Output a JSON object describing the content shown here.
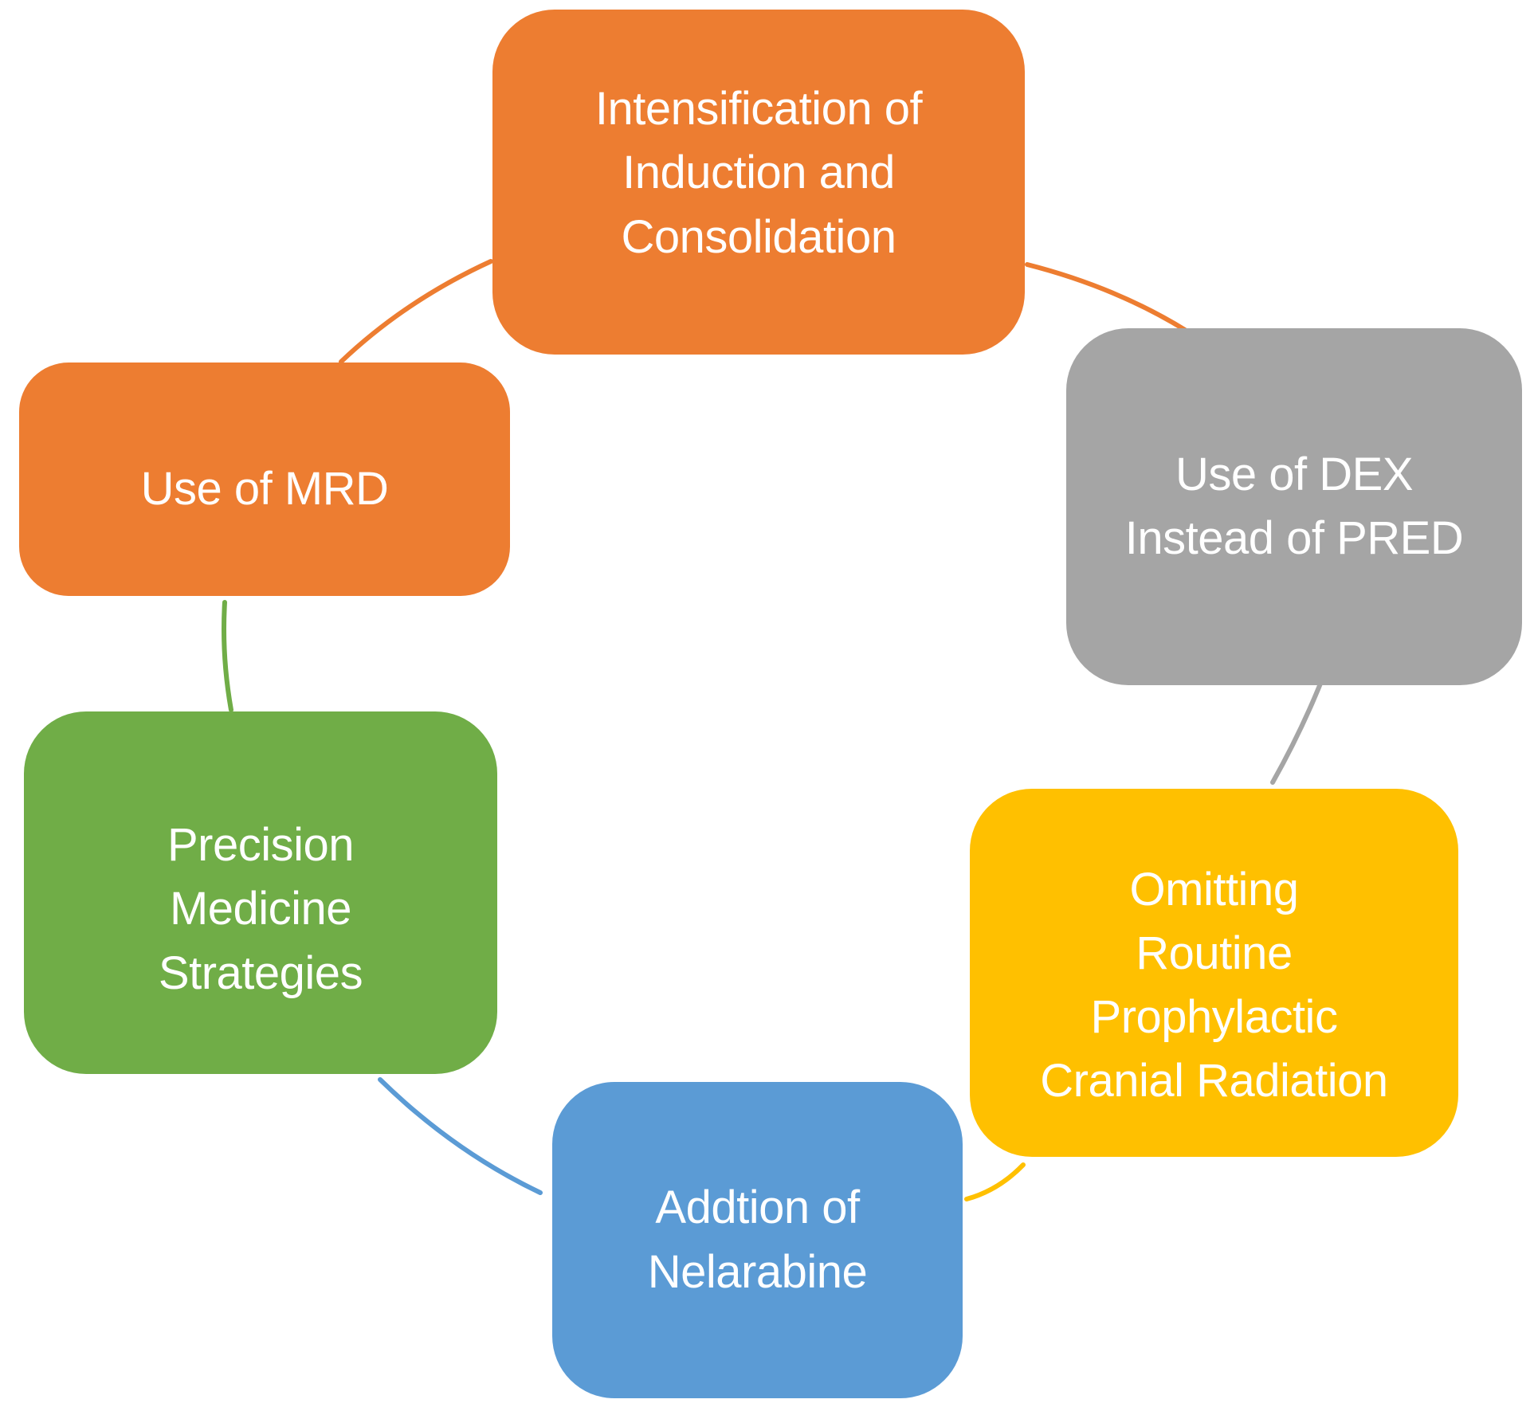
{
  "diagram": {
    "type": "cycle",
    "background_color": "#FFFFFF",
    "text_color": "#FFFFFF",
    "nodes": [
      {
        "id": "intensification",
        "label": "Intensification of\nInduction and\nConsolidation",
        "color": "#ED7D31",
        "position": "top"
      },
      {
        "id": "dex",
        "label": "Use of DEX\nInstead of PRED",
        "color": "#A5A5A5",
        "position": "upper-right"
      },
      {
        "id": "omitting",
        "label": "Omitting\nRoutine\nProphylactic\nCranial Radiation",
        "color": "#FFC000",
        "position": "lower-right"
      },
      {
        "id": "nelarabine",
        "label": "Addtion of\nNelarabine",
        "color": "#5B9BD5",
        "position": "bottom"
      },
      {
        "id": "precision",
        "label": "Precision\nMedicine\nStrategies",
        "color": "#70AD47",
        "position": "lower-left"
      },
      {
        "id": "mrd",
        "label": "Use of MRD",
        "color": "#ED7D31",
        "position": "upper-left"
      }
    ],
    "connectors": [
      {
        "from": "mrd",
        "to": "intensification",
        "color": "#ED7D31"
      },
      {
        "from": "intensification",
        "to": "dex",
        "color": "#ED7D31"
      },
      {
        "from": "dex",
        "to": "omitting",
        "color": "#A5A5A5"
      },
      {
        "from": "omitting",
        "to": "nelarabine",
        "color": "#FFC000"
      },
      {
        "from": "nelarabine",
        "to": "precision",
        "color": "#5B9BD5"
      },
      {
        "from": "precision",
        "to": "mrd",
        "color": "#70AD47"
      }
    ]
  }
}
